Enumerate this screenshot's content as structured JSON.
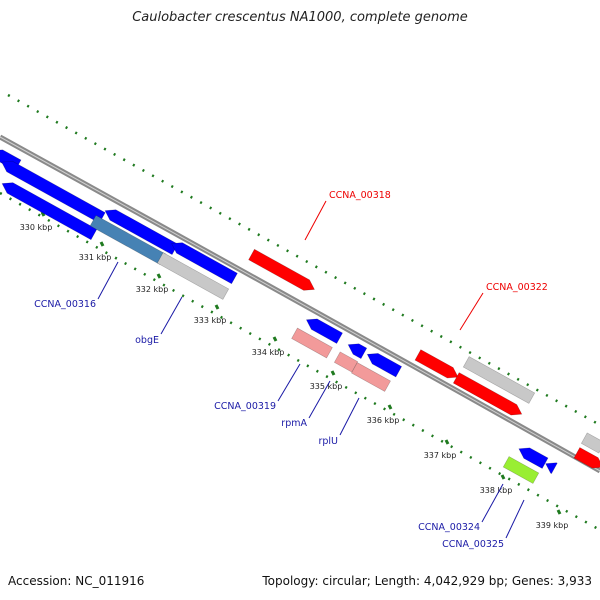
{
  "title": "Caulobacter crescentus NA1000, complete genome",
  "footer": {
    "accession": "Accession: NC_011916",
    "topology": "Topology: circular; Length: 4,042,929 bp; Genes: 3,933"
  },
  "colors": {
    "forward_gene": "#ff0000",
    "reverse_gene": "#0000ff",
    "pseudo": "#c8c8c8",
    "light_red": "#f29a9a",
    "steel_blue": "#4682b4",
    "green": "#99ee33",
    "tick": "#1f7a1f",
    "backbone": "#808080"
  },
  "ticks": [
    "330 kbp",
    "331 kbp",
    "332 kbp",
    "333 kbp",
    "334 kbp",
    "335 kbp",
    "336 kbp",
    "337 kbp",
    "338 kbp",
    "339 kbp"
  ],
  "gene_labels": [
    {
      "text": "CCNA_00318",
      "color": "red"
    },
    {
      "text": "CCNA_00322",
      "color": "red"
    },
    {
      "text": "CCNA_00316",
      "color": "blue"
    },
    {
      "text": "obgE",
      "color": "blue"
    },
    {
      "text": "CCNA_00319",
      "color": "blue"
    },
    {
      "text": "rpmA",
      "color": "blue"
    },
    {
      "text": "rplU",
      "color": "blue"
    },
    {
      "text": "CCNA_00324",
      "color": "blue"
    },
    {
      "text": "CCNA_00325",
      "color": "blue"
    }
  ]
}
